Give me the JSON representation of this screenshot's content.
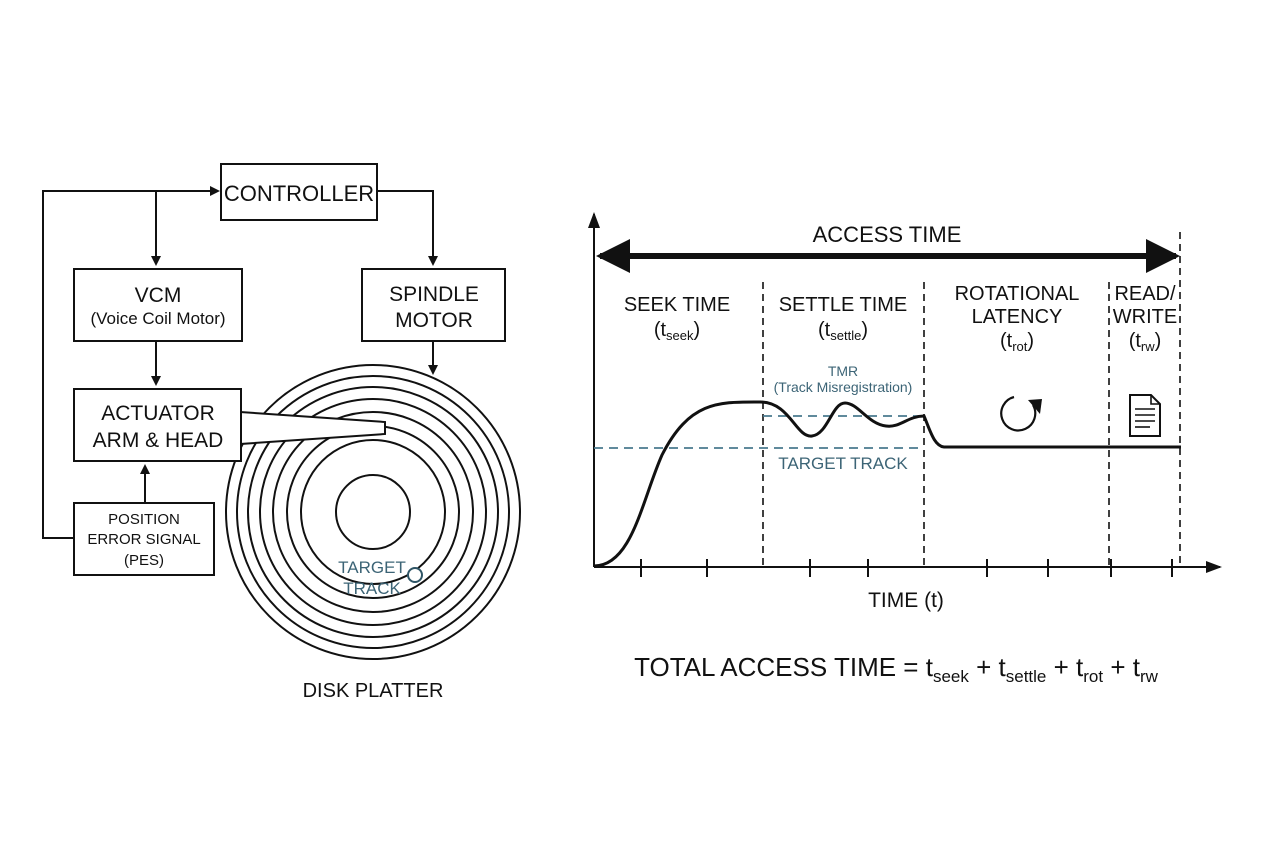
{
  "block_diagram": {
    "controller": "CONTROLLER",
    "vcm": {
      "title": "VCM",
      "subtitle": "(Voice Coil Motor)"
    },
    "spindle": {
      "line1": "SPINDLE",
      "line2": "MOTOR"
    },
    "actuator": {
      "line1": "ACTUATOR",
      "line2": "ARM & HEAD"
    },
    "pes": {
      "line1": "POSITION",
      "line2": "ERROR SIGNAL",
      "line3": "(PES)"
    },
    "platter": {
      "caption": "DISK PLATTER",
      "target_line1": "TARGET",
      "target_line2": "TRACK"
    }
  },
  "timing": {
    "access_time_label": "ACCESS TIME",
    "x_axis_label": "TIME (t)",
    "segments": [
      {
        "line1": "SEEK TIME",
        "sym": "t",
        "sub": "seek"
      },
      {
        "line1": "SETTLE TIME",
        "sym": "t",
        "sub": "settle"
      },
      {
        "line1": "ROTATIONAL",
        "line2": "LATENCY",
        "sym": "t",
        "sub": "rot"
      },
      {
        "line1": "READ/",
        "line2": "WRITE",
        "sym": "t",
        "sub": "rw"
      }
    ],
    "tmr_line1": "TMR",
    "tmr_line2": "(Track Misregistration)",
    "target_track": "TARGET TRACK",
    "rotation_icon": "rotate-arrow-icon",
    "document_icon": "document-icon"
  },
  "formula": {
    "prefix": "TOTAL ACCESS TIME = ",
    "terms": [
      {
        "sym": "t",
        "sub": "seek"
      },
      {
        "sym": "t",
        "sub": "settle"
      },
      {
        "sym": "t",
        "sub": "rot"
      },
      {
        "sym": "t",
        "sub": "rw"
      }
    ],
    "plus": " + "
  }
}
